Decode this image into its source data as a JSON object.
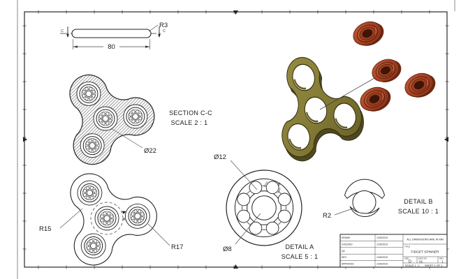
{
  "views": {
    "top": {
      "radius_label": "R3",
      "length_label": "80",
      "section_letter": "C"
    },
    "section": {
      "title": "SECTION C-C",
      "scale": "SCALE 2 : 1",
      "bore_label": "Ø22"
    },
    "plan": {
      "left_radius_label": "R15",
      "right_radius_label": "R17",
      "detail_letter": "A"
    },
    "detail_a": {
      "title": "DETAIL A",
      "scale": "SCALE 5 : 1",
      "outer_label": "Ø12",
      "bore_label": "Ø8",
      "detail_letter": "B"
    },
    "detail_b": {
      "title": "DETAIL B",
      "scale": "SCALE 10 : 1",
      "radius_label": "R2"
    }
  },
  "render_colors": {
    "body": "#857b33",
    "body_dark": "#4e4820",
    "bearing": "#a84123",
    "bearing_dark": "#6f2812"
  },
  "title_block": {
    "note": "ALL DIMENSIONS ARE IN MM",
    "title_label": "TITLE",
    "title": "FIDGET SPINNER",
    "size_label": "SIZE",
    "size": "D",
    "dwg_label": "DWG NO",
    "dwg_no": "01",
    "rev_label": "REV",
    "rev": "1",
    "scale_text": "SCALE  1 : 1",
    "sheet_text": "SHEET 1 OF 1",
    "rows": [
      {
        "label": "DRAWN",
        "date": "12/6/2019"
      },
      {
        "label": "CHECKED",
        "date": "12/6/2019"
      },
      {
        "label": "QA",
        "date": ""
      },
      {
        "label": "MFG",
        "date": "12/6/2019"
      },
      {
        "label": "APPROVED",
        "date": "12/6/2019"
      }
    ]
  }
}
